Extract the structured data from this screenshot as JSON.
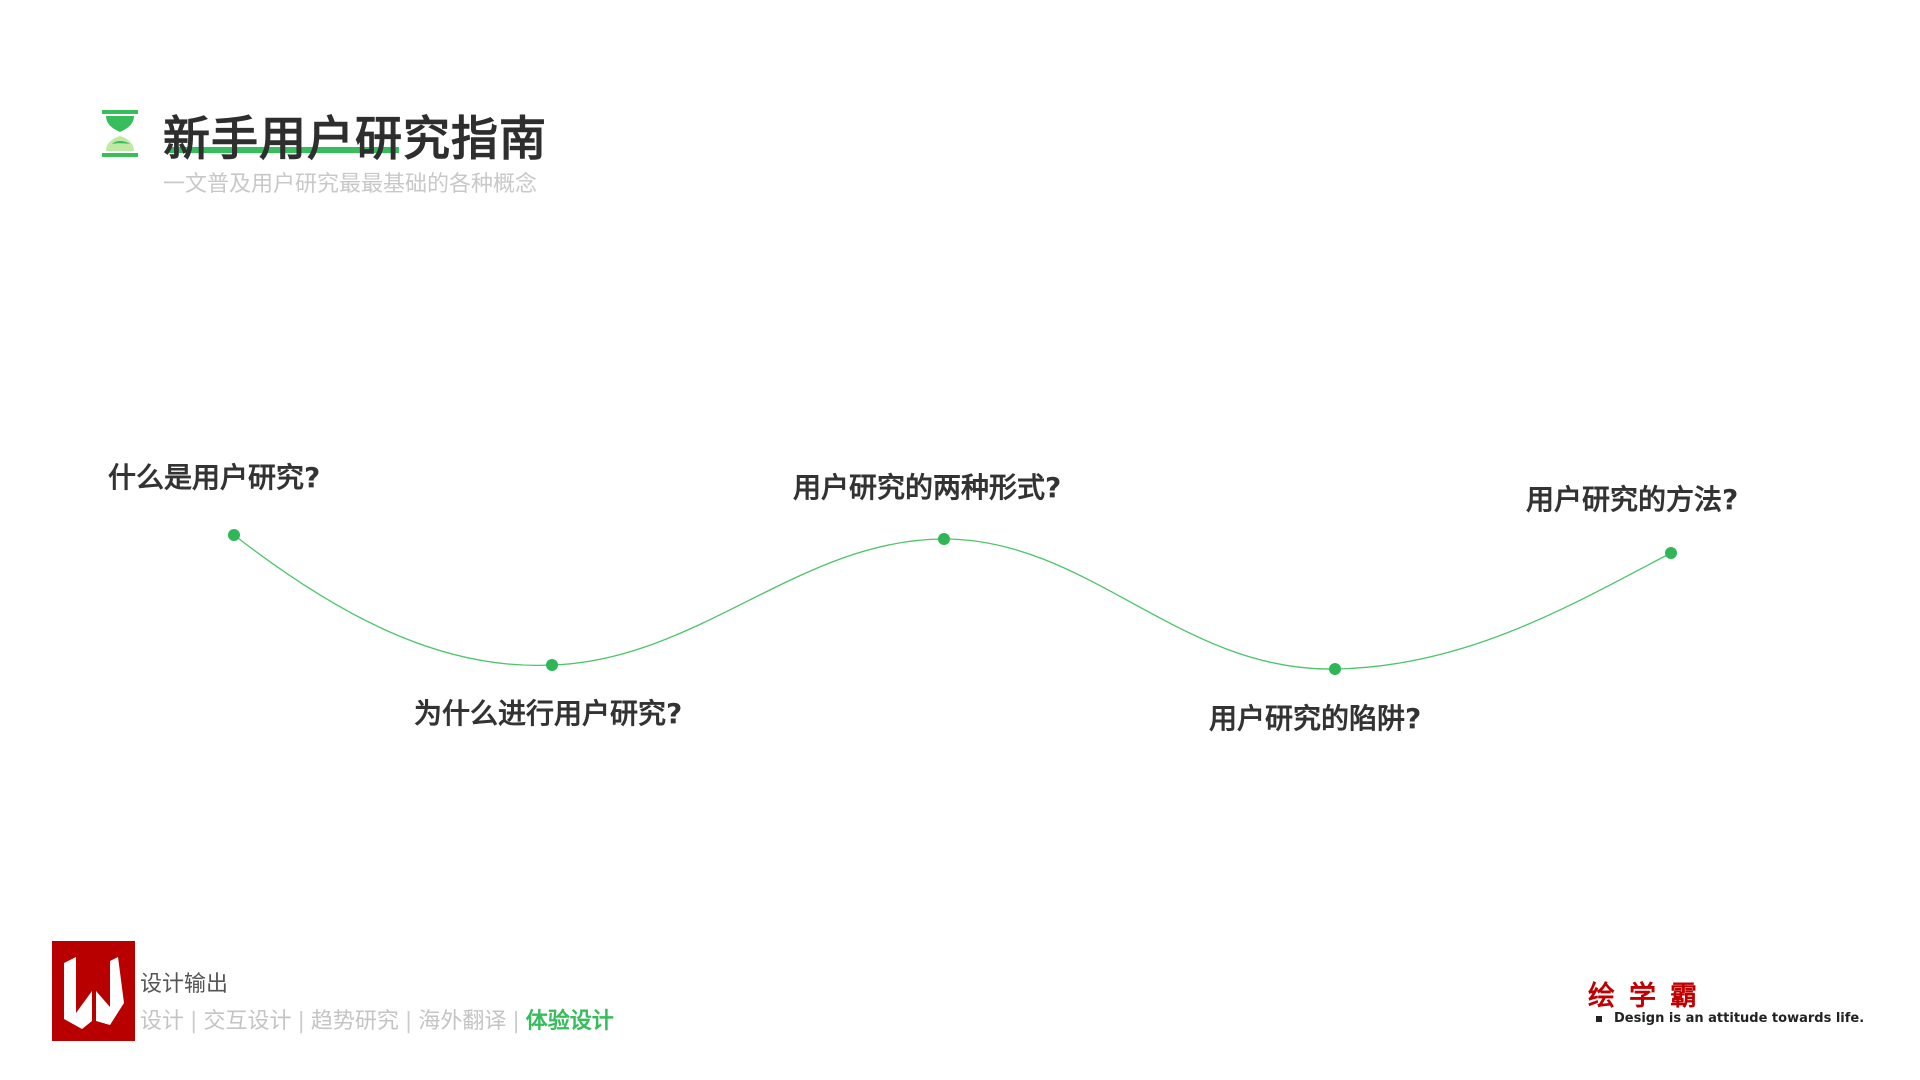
{
  "header": {
    "title": "新手用户研究指南",
    "subtitle": "一文普及用户研究最最基础的各种概念",
    "icon": "hourglass-icon"
  },
  "timeline": {
    "color": "#37bd5c",
    "items": [
      {
        "label": "什么是用户研究?"
      },
      {
        "label": "为什么进行用户研究?"
      },
      {
        "label": "用户研究的两种形式?"
      },
      {
        "label": "用户研究的陷阱?"
      },
      {
        "label": "用户研究的方法?"
      }
    ]
  },
  "footer": {
    "line1": "设计输出",
    "categories": [
      "设计",
      "交互设计",
      "趋势研究",
      "海外翻译",
      "体验设计"
    ],
    "separator": "|",
    "active_category": "体验设计",
    "brand": "绘学霸",
    "tagline": "Design is an attitude towards life.",
    "brand_color": "#c00000"
  }
}
